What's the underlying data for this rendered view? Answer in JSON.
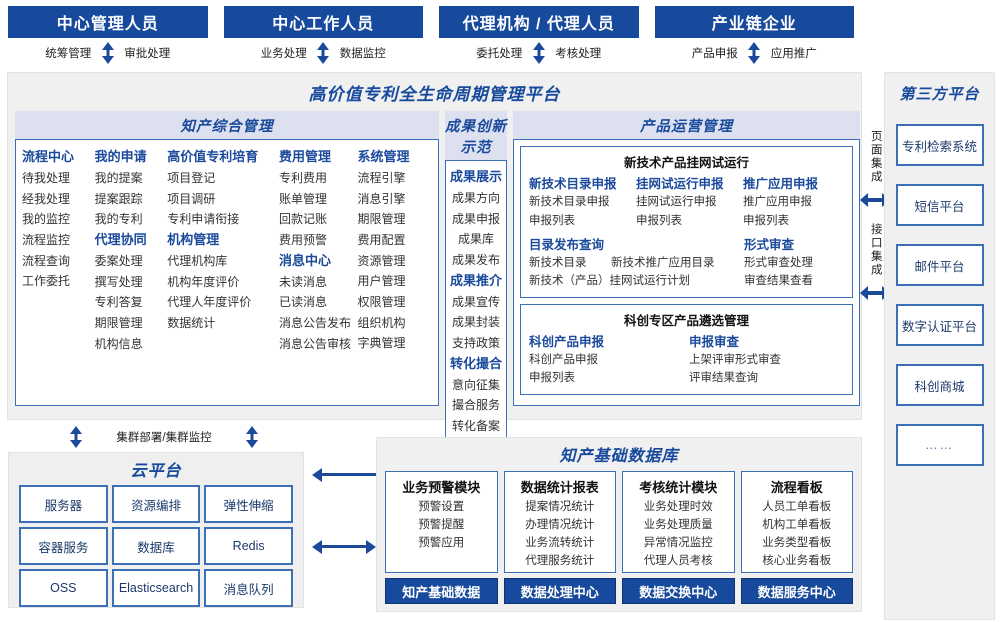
{
  "actors": [
    {
      "title": "中心管理人员",
      "roles": [
        "统筹管理",
        "审批处理"
      ]
    },
    {
      "title": "中心工作人员",
      "roles": [
        "业务处理",
        "数据监控"
      ]
    },
    {
      "title": "代理机构 / 代理人员",
      "roles": [
        "委托处理",
        "考核处理"
      ]
    },
    {
      "title": "产业链企业",
      "roles": [
        "产品申报",
        "应用推广"
      ]
    }
  ],
  "platform": {
    "title": "高价值专利全生命周期管理平台",
    "sections": {
      "zcz": {
        "title": "知产综合管理",
        "columns": [
          {
            "blocks": [
              {
                "group": "流程中心",
                "items": [
                  "待我处理",
                  "经我处理",
                  "我的监控",
                  "流程监控",
                  "流程查询",
                  "工作委托"
                ]
              }
            ]
          },
          {
            "blocks": [
              {
                "group": "我的申请",
                "items": [
                  "我的提案",
                  "提案跟踪",
                  "我的专利"
                ]
              },
              {
                "group": "代理协同",
                "items": [
                  "委案处理",
                  "撰写处理",
                  "专利答复",
                  "期限管理",
                  "机构信息"
                ]
              }
            ]
          },
          {
            "blocks": [
              {
                "group": "高价值专利培育",
                "items": [
                  "项目登记",
                  "项目调研",
                  "专利申请衔接"
                ]
              },
              {
                "group": "机构管理",
                "items": [
                  "代理机构库",
                  "机构年度评价",
                  "代理人年度评价",
                  "数据统计"
                ]
              }
            ]
          },
          {
            "blocks": [
              {
                "group": "费用管理",
                "items": [
                  "专利费用",
                  "账单管理",
                  "回款记账",
                  "费用预警"
                ]
              },
              {
                "group": "消息中心",
                "items": [
                  "未读消息",
                  "已读消息",
                  "消息公告发布",
                  "消息公告审核"
                ]
              }
            ]
          },
          {
            "blocks": [
              {
                "group": "系统管理",
                "items": [
                  "流程引擎",
                  "消息引擎",
                  "期限管理",
                  "费用配置",
                  "资源管理",
                  "用户管理",
                  "权限管理",
                  "组织机构",
                  "字典管理"
                ]
              }
            ]
          }
        ]
      },
      "cgcx": {
        "title": "成果创新示范",
        "blocks": [
          {
            "group": "成果展示",
            "items": [
              "成果方向",
              "成果申报",
              "成果库",
              "成果发布"
            ]
          },
          {
            "group": "成果推介",
            "items": [
              "成果宣传",
              "成果封装",
              "支持政策"
            ]
          },
          {
            "group": "转化撮合",
            "items": [
              "意向征集",
              "撮合服务",
              "转化备案"
            ]
          }
        ]
      },
      "cpyy": {
        "title": "产品运营管理",
        "boxes": [
          {
            "heading": "新技术产品挂网试运行",
            "row1": [
              {
                "group": "新技术目录申报",
                "items": [
                  "新技术目录申报",
                  "申报列表"
                ]
              },
              {
                "group": "挂网试运行申报",
                "items": [
                  "挂网试运行申报",
                  "申报列表"
                ]
              },
              {
                "group": "推广应用申报",
                "items": [
                  "推广应用申报",
                  "申报列表"
                ]
              }
            ],
            "row2_left": {
              "group": "目录发布查询",
              "items_a": [
                "新技术目录",
                "新技术（产品）挂网试运行计划"
              ],
              "items_b": [
                "新技术推广应用目录"
              ]
            },
            "row2_right": {
              "group": "形式审查",
              "items": [
                "形式审查处理",
                "审查结果查看"
              ]
            }
          },
          {
            "heading": "科创专区产品遴选管理",
            "row1": [
              {
                "group": "科创产品申报",
                "items": [
                  "科创产品申报",
                  "申报列表"
                ]
              },
              {
                "group": "申报审查",
                "items": [
                  "上架评审形式审查",
                  "评审结果查询"
                ]
              }
            ]
          }
        ]
      }
    }
  },
  "integration": {
    "page": "页面集成",
    "api": "接口集成"
  },
  "third_party": {
    "title": "第三方平台",
    "items": [
      "专利检索系统",
      "短信平台",
      "邮件平台",
      "数字认证平台",
      "科创商城",
      "……"
    ]
  },
  "cluster_label": "集群部署/集群监控",
  "cloud": {
    "title": "云平台",
    "cells": [
      "服务器",
      "资源编排",
      "弹性伸缩",
      "容器服务",
      "数据库",
      "Redis",
      "OSS",
      "Elasticsearch",
      "消息队列"
    ]
  },
  "database": {
    "title": "知产基础数据库",
    "columns": [
      {
        "header": "业务预警模块",
        "items": [
          "预警设置",
          "预警提醒",
          "预警应用"
        ],
        "footer": "知产基础数据"
      },
      {
        "header": "数据统计报表",
        "items": [
          "提案情况统计",
          "办理情况统计",
          "业务流转统计",
          "代理服务统计"
        ],
        "footer": "数据处理中心"
      },
      {
        "header": "考核统计模块",
        "items": [
          "业务处理时效",
          "业务处理质量",
          "异常情况监控",
          "代理人员考核"
        ],
        "footer": "数据交换中心"
      },
      {
        "header": "流程看板",
        "items": [
          "人员工单看板",
          "机构工单看板",
          "业务类型看板",
          "核心业务看板"
        ],
        "footer": "数据服务中心"
      }
    ]
  },
  "colors": {
    "primary": "#174a9c",
    "border": "#3b6fb8",
    "section_header_bg": "#dde1ef",
    "panel_bg": "#f0f0f0"
  }
}
